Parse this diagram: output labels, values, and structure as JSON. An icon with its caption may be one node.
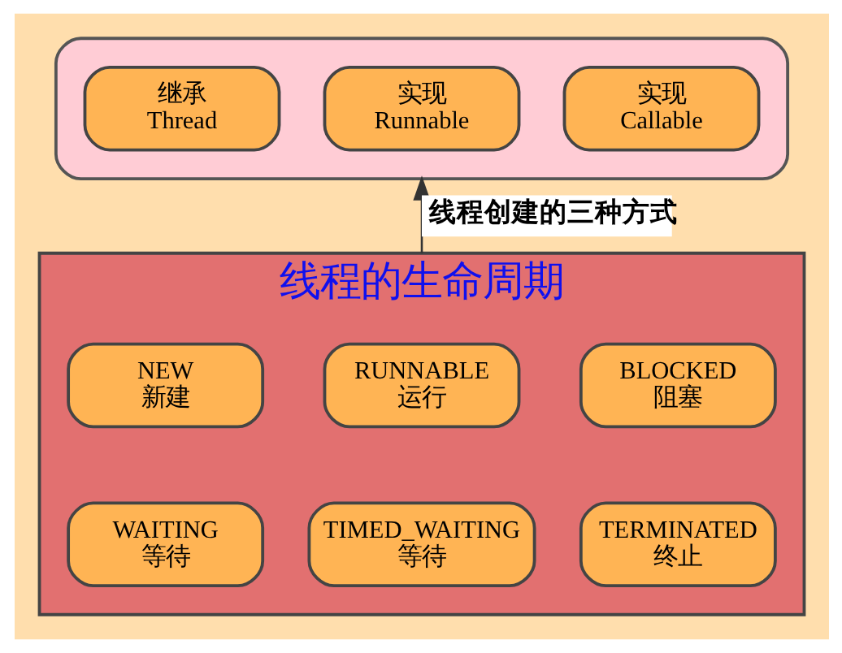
{
  "diagram": {
    "nodes": [
      {
        "text": [],
        "shape": "box"
      },
      {
        "text": [
          "继承",
          "Thread"
        ],
        "in": 0
      },
      {
        "text": [
          "实现",
          "Runnable"
        ],
        "in": 0
      },
      {
        "text": [
          "实现",
          "Callable"
        ],
        "in": 0
      },
      {
        "text": [
          "线程的生命周期"
        ]
      },
      {
        "text": [
          "NEW",
          "新建"
        ],
        "in": 4
      },
      {
        "text": [
          "RUNNABLE",
          "运行"
        ],
        "in": 4
      },
      {
        "text": [
          "BLOCKED",
          "阻塞"
        ],
        "in": 4
      },
      {
        "text": [
          "WAITING",
          "等待"
        ],
        "in": 4
      },
      {
        "text": [
          "TIMED_WAITING",
          "等待"
        ],
        "in": 4
      },
      {
        "text": [
          "TERMINATED",
          "终止"
        ],
        "in": 4
      }
    ],
    "edges": [
      {
        "from": 4,
        "to": 0,
        "arrow": "to",
        "label": "线程创建的三种方式"
      }
    ]
  }
}
